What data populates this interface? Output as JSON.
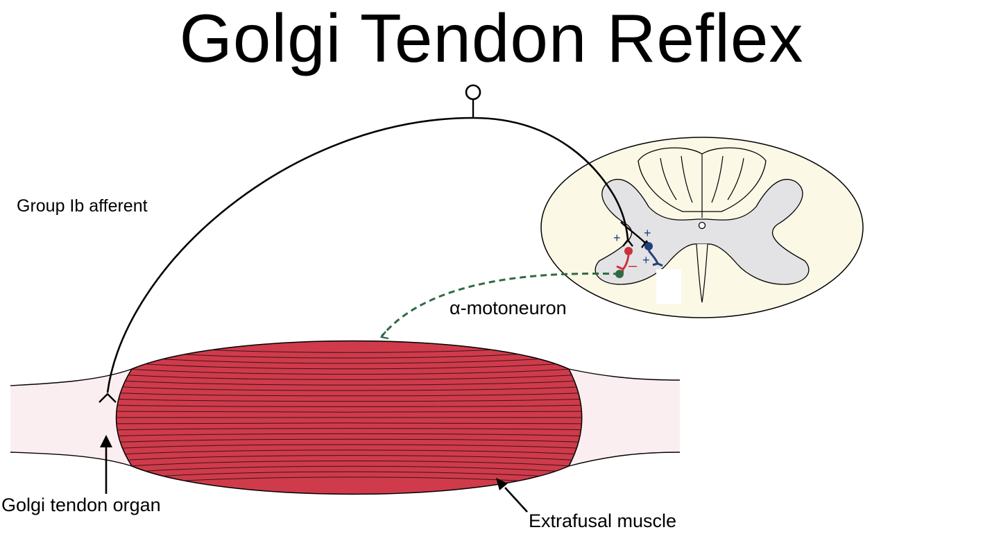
{
  "title": "Golgi Tendon Reflex",
  "labels": {
    "group_ib_afferent": "Group Ib afferent",
    "alpha_motoneuron": "α-motoneuron",
    "golgi_tendon_organ": "Golgi tendon organ",
    "extrafusal_muscle": "Extrafusal muscle"
  },
  "synapse_signs": {
    "excitatory": "+",
    "inhibitory": "–"
  },
  "colors": {
    "muscle_fill": "#cf3b4b",
    "tendon_fill": "#fbeef0",
    "spinal_white_matter": "#fcf8e6",
    "spinal_gray_matter": "#e3e3e5",
    "inhibitory_interneuron": "#c8313d",
    "excitatory_interneuron": "#21407a",
    "motor_axon": "#2f6a43"
  }
}
